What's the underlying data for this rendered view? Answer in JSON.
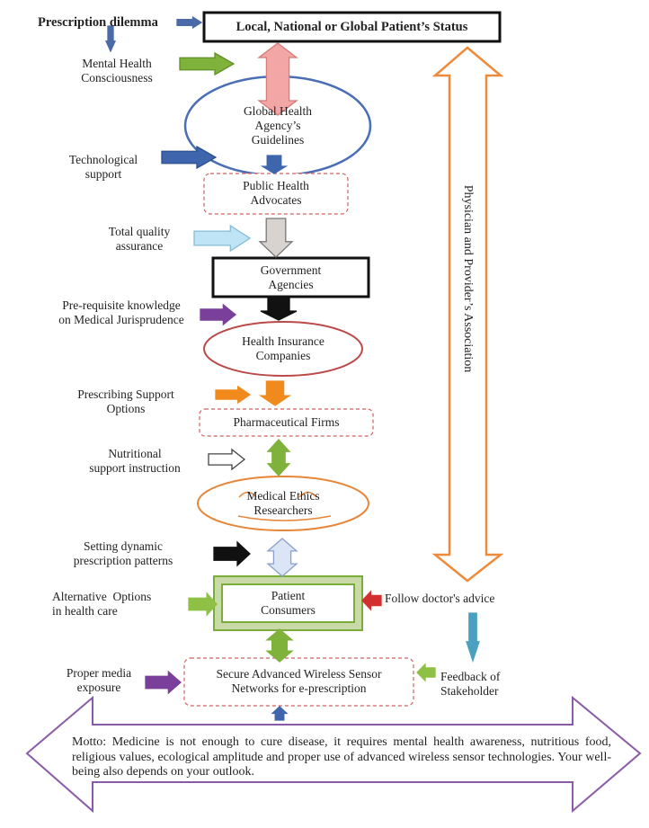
{
  "diagram": {
    "top_status": "Local, National or Global Patient’s Status",
    "prescription_dilemma": "Prescription dilemma",
    "side_inputs": {
      "mental_health": [
        "Mental Health",
        "Consciousness"
      ],
      "technological": [
        "Technological",
        "support"
      ],
      "quality": [
        "Total quality",
        "assurance"
      ],
      "jurisprudence": [
        "Pre-requisite knowledge",
        "on Medical Jurisprudence"
      ],
      "prescribing": [
        "Prescribing Support",
        "Options"
      ],
      "nutritional": [
        "Nutritional",
        "support instruction"
      ],
      "dynamic": [
        "Setting dynamic",
        "prescription patterns"
      ],
      "alternative": [
        "Alternative  Options",
        "in health care"
      ],
      "media": [
        "Proper media",
        "exposure"
      ],
      "doctor": "Follow doctor's advice",
      "feedback": [
        "Feedback of",
        "Stakeholder"
      ]
    },
    "nodes": {
      "global_health": [
        "Global Health",
        "Agency’s",
        "Guidelines"
      ],
      "public_health": [
        "Public Health",
        "Advocates"
      ],
      "government": [
        "Government",
        "Agencies"
      ],
      "insurance": [
        "Health Insurance",
        "Companies"
      ],
      "pharma": "Pharmaceutical Firms",
      "ethics": [
        "Medical Ethics",
        "Researchers"
      ],
      "patient": [
        "Patient",
        "Consumers"
      ],
      "wsn": [
        "Secure Advanced Wireless Sensor",
        "Networks for e-prescription"
      ]
    },
    "side_arrow_label": "Physician and Provider’s Association",
    "motto": "Motto: Medicine is not enough to cure disease, it requires mental health awareness, nutritious food, religious values, ecological amplitude and proper use of advanced wireless sensor technologies. Your well-being also depends on your outlook."
  }
}
